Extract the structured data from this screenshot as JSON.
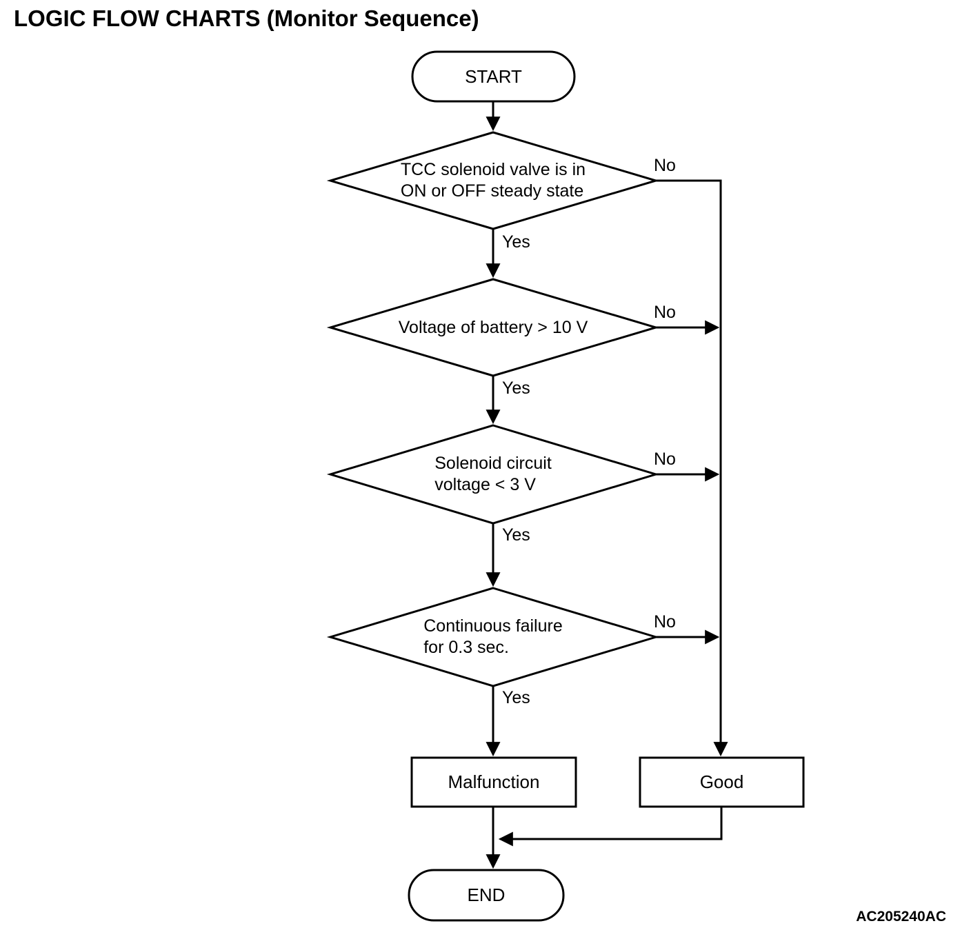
{
  "page": {
    "title": "LOGIC FLOW CHARTS (Monitor Sequence)",
    "figure_code": "AC205240AC"
  },
  "flowchart": {
    "start": {
      "label": "START"
    },
    "decisions": [
      {
        "text": "TCC solenoid valve is in\nON or OFF steady state",
        "yes_label": "Yes",
        "no_label": "No"
      },
      {
        "text": "Voltage of battery > 10 V",
        "yes_label": "Yes",
        "no_label": "No"
      },
      {
        "text": "Solenoid circuit\nvoltage < 3 V",
        "yes_label": "Yes",
        "no_label": "No"
      },
      {
        "text": "Continuous failure\nfor 0.3 sec.",
        "yes_label": "Yes",
        "no_label": "No"
      }
    ],
    "outcomes": [
      {
        "label": "Malfunction"
      },
      {
        "label": "Good"
      }
    ],
    "end": {
      "label": "END"
    },
    "colors": {
      "line": "#000000",
      "background": "#ffffff"
    }
  }
}
